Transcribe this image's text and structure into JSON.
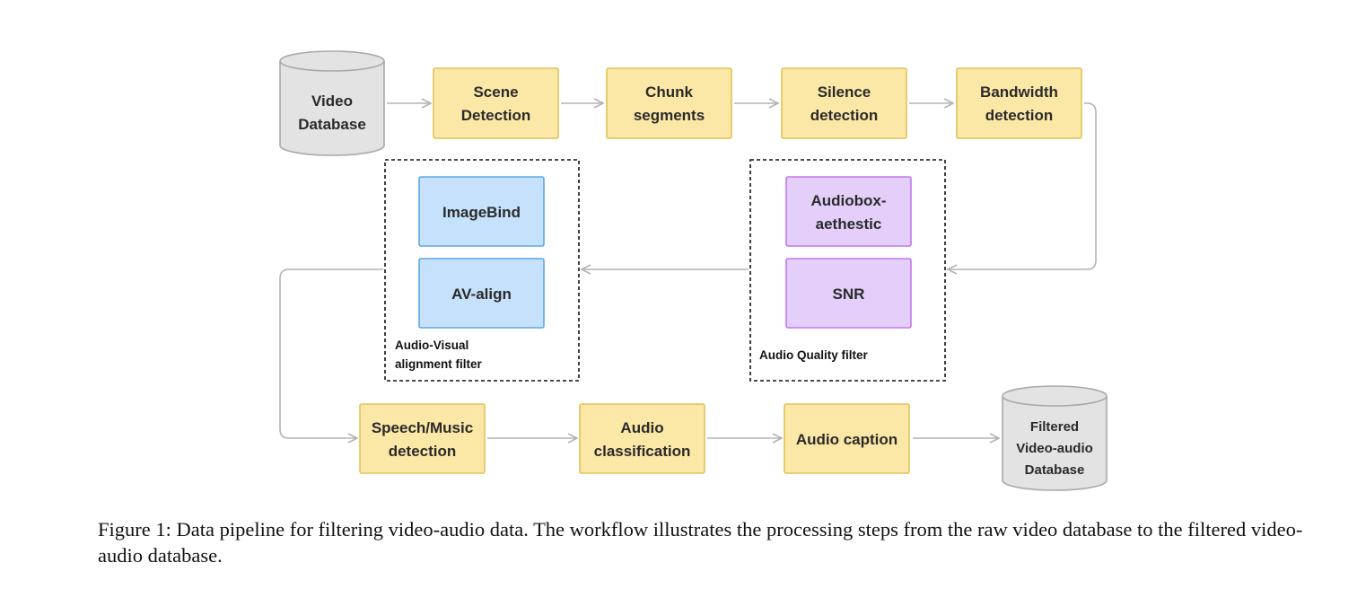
{
  "colors": {
    "process_fill": "#fbe8a6",
    "process_stroke": "#e0c35a",
    "blue_fill": "#c6e1fb",
    "blue_stroke": "#5ba8e6",
    "purple_fill": "#e3cffa",
    "purple_stroke": "#c477ee",
    "db_fill": "#e3e3e3",
    "db_stroke": "#a9a9a9",
    "arrow": "#b3b3b3"
  },
  "nodes": {
    "video_db": [
      "Video",
      "Database"
    ],
    "scene": [
      "Scene",
      "Detection"
    ],
    "chunk": [
      "Chunk",
      "segments"
    ],
    "silence": [
      "Silence",
      "detection"
    ],
    "bandwidth": [
      "Bandwidth",
      "detection"
    ],
    "imagebind": [
      "ImageBind"
    ],
    "av_align": [
      "AV-align"
    ],
    "audiobox": [
      "Audiobox-",
      "aethestic"
    ],
    "snr": [
      "SNR"
    ],
    "speech_music": [
      "Speech/Music",
      "detection"
    ],
    "audio_class": [
      "Audio",
      "classification"
    ],
    "audio_caption": [
      "Audio caption"
    ],
    "filtered_db": [
      "Filtered",
      "Video-audio",
      "Database"
    ]
  },
  "groups": {
    "av_filter": [
      "Audio-Visual",
      "alignment filter"
    ],
    "aq_filter": [
      "Audio Quality filter"
    ]
  },
  "caption": "Figure 1: Data pipeline for filtering video-audio data. The workflow illustrates the processing steps from the raw video database to the filtered video-audio database."
}
